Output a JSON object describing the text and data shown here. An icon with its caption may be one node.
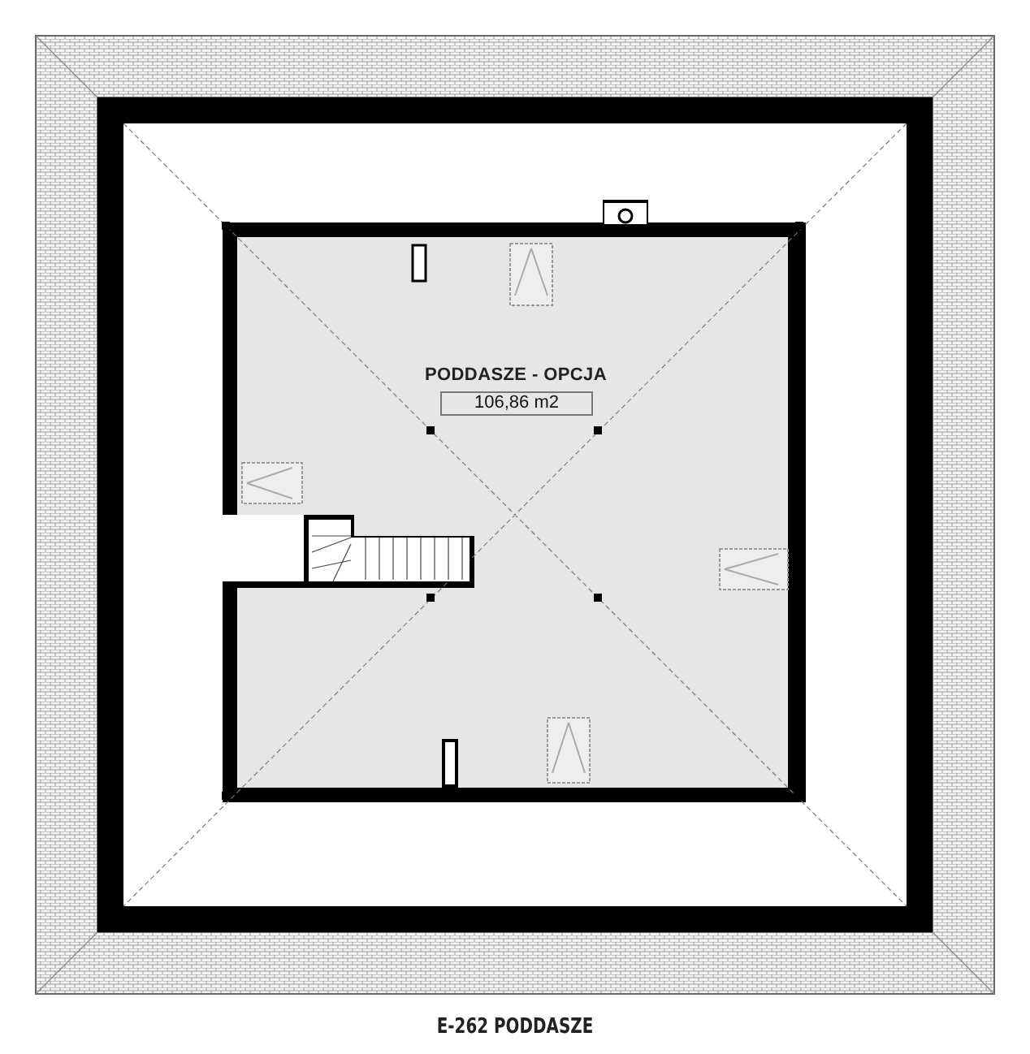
{
  "diagram": {
    "caption": "E-262 PODDASZE",
    "nodes": [
      {
        "text": [
          "PODDASZE - OPCJA",
          "106,86 m2"
        ]
      }
    ]
  }
}
